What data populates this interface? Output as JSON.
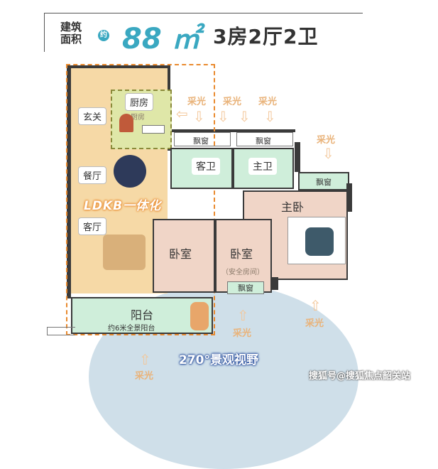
{
  "header": {
    "area_label": "建筑面积",
    "approx": "约",
    "area_value": "88 ㎡",
    "rooms": "3房2厅2卫"
  },
  "rooms": {
    "entrance": "玄关",
    "kitchen": "厨房",
    "kitchen_sign": "厨房",
    "dining": "餐厅",
    "living": "客厅",
    "guest_bath": "客卫",
    "master_bath": "主卫",
    "master_bedroom": "主卧",
    "bedroom_1": "卧室",
    "bedroom_2": "卧室",
    "bedroom_2_sub": "（安全房间）",
    "balcony": "阳台",
    "balcony_sub": "约6米全景阳台",
    "ldkb": "LDKB一体化"
  },
  "windows": {
    "bay_1": "飘窗",
    "bay_2": "飘窗",
    "bay_3": "飘窗",
    "bay_4": "飘窗"
  },
  "lighting": {
    "l1": "采光",
    "l2": "采光",
    "l3": "采光",
    "l4": "采光",
    "l5": "采光",
    "l6": "采光",
    "l7": "采光"
  },
  "view": "270°景观视野",
  "watermark": "搜狐号@搜狐焦点韶关站",
  "colors": {
    "accent_blue": "#3aa8c1",
    "orange_dashed": "#e98a2e",
    "living_fill": "#f6d9a6",
    "bath_fill": "#cfeeda",
    "bedroom_fill": "#f0d5c7",
    "kitchen_fill": "#dfe7a8"
  }
}
